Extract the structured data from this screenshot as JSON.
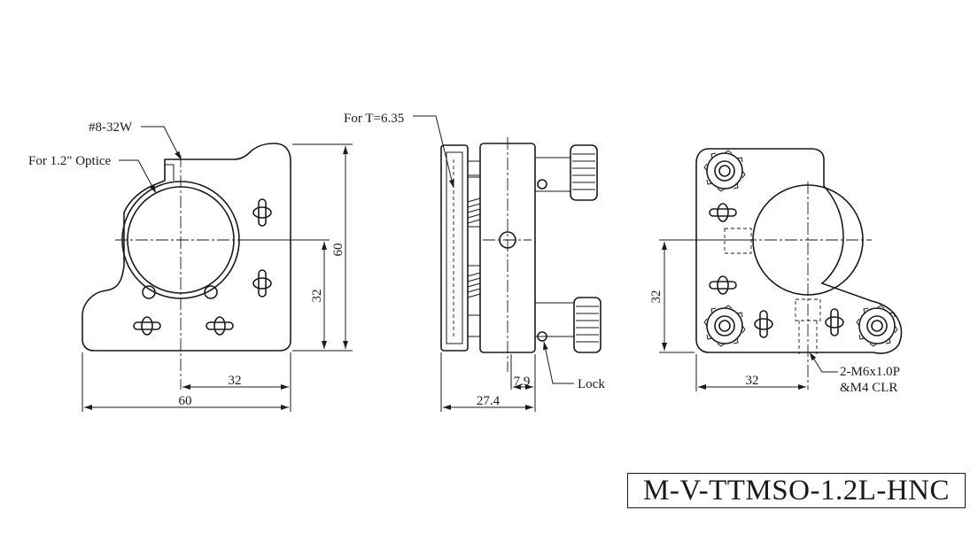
{
  "title": "M-V-TTMSO-1.2L-HNC",
  "front_view": {
    "thread_callout": "#8-32W",
    "optic_callout": "For 1.2\" Optice",
    "dim_height_total": "60",
    "dim_height_center": "32",
    "dim_width_center": "32",
    "dim_width_total": "60"
  },
  "side_view": {
    "thickness_callout": "For T=6.35",
    "dim_offset": "7.9",
    "dim_depth": "27.4",
    "lock_callout": "Lock"
  },
  "back_view": {
    "dim_height_center": "32",
    "dim_width_center": "32",
    "thread_callout_line1": "2-M6x1.0P",
    "thread_callout_line2": "&M4 CLR"
  }
}
